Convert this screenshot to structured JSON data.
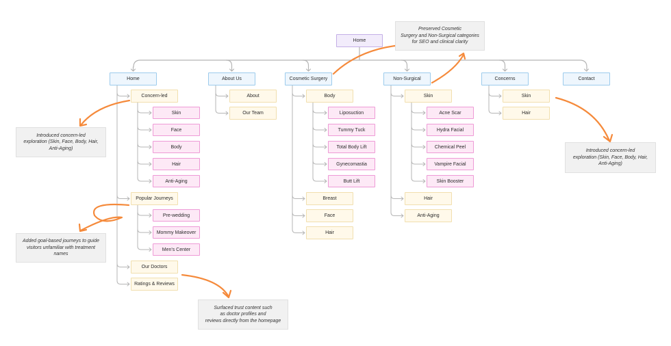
{
  "colors": {
    "connector": "#b5b5b5",
    "arrow": "#f58a3b",
    "top_fill": "#eef6fd",
    "l2_fill": "#fff9ea",
    "l3_fill": "#fde9f6",
    "home_fill": "#f2ecfb",
    "note_fill": "#f1f1f1"
  },
  "root": {
    "label": "Home"
  },
  "sections": [
    {
      "label": "Home",
      "children": [
        {
          "label": "Concern-led",
          "children": [
            "Skin",
            "Face",
            "Body",
            "Hair",
            "Anti-Aging"
          ]
        },
        {
          "label": "Popular Journeys",
          "children": [
            "Pre-wedding",
            "Mommy Makeover",
            "Men's Center"
          ]
        },
        {
          "label": "Our Doctors",
          "children": []
        },
        {
          "label": "Ratings & Reviews",
          "children": []
        }
      ]
    },
    {
      "label": "About Us",
      "children": [
        {
          "label": "About",
          "children": []
        },
        {
          "label": "Our Team",
          "children": []
        }
      ]
    },
    {
      "label": "Cosmetic Surgery",
      "children": [
        {
          "label": "Body",
          "children": [
            "Liposuction",
            "Tummy Tuck",
            "Total Body Lift",
            "Gynecomastia",
            "Butt Lift"
          ]
        },
        {
          "label": "Breast",
          "children": []
        },
        {
          "label": "Face",
          "children": []
        },
        {
          "label": "Hair",
          "children": []
        }
      ]
    },
    {
      "label": "Non-Surgical",
      "children": [
        {
          "label": "Skin",
          "children": [
            "Acne Scar",
            "Hydra Facial",
            "Chemical Peel",
            "Vampire Facial",
            "Skin Booster"
          ]
        },
        {
          "label": "Hair",
          "children": []
        },
        {
          "label": "Anti-Aging",
          "children": []
        }
      ]
    },
    {
      "label": "Concerns",
      "children": [
        {
          "label": "Skin",
          "children": []
        },
        {
          "label": "Hair",
          "children": []
        }
      ]
    },
    {
      "label": "Contact",
      "children": []
    }
  ],
  "notes": [
    {
      "lines": [
        "Preserved Cosmetic",
        "Surgery and Non-Surgical categories",
        "for SEO and clinical clarity"
      ]
    },
    {
      "lines": [
        "Introduced concern-led",
        "exploration (Skin, Face, Body, Hair,",
        "Anti-Aging)"
      ]
    },
    {
      "lines": [
        "Introduced concern-led",
        "exploration (Skin, Face, Body, Hair,",
        "Anti-Aging)"
      ]
    },
    {
      "lines": [
        "Added goal-based journeys to guide",
        "visitors unfamiliar with treatment",
        "names"
      ]
    },
    {
      "lines": [
        "Surfaced trust content such",
        "as doctor profiles and",
        "reviews directly from the homepage"
      ]
    }
  ]
}
